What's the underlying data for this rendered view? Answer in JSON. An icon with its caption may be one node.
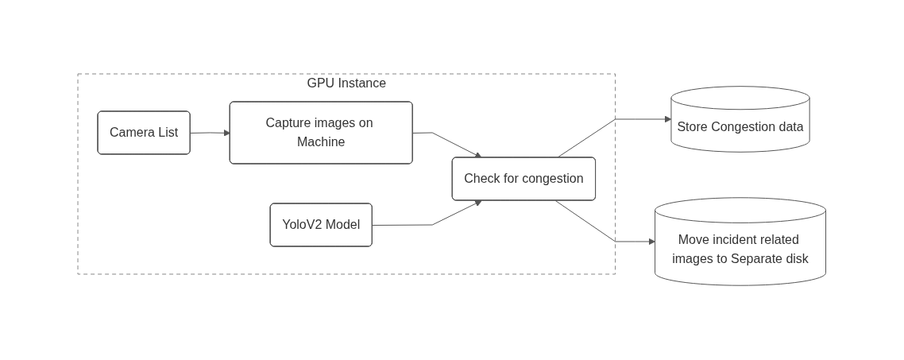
{
  "diagram": {
    "nodes": [
      {
        "text": [
          "GPU Instance"
        ]
      },
      {
        "text": [
          "Camera List"
        ],
        "in": 0
      },
      {
        "text": [
          "Capture images on Machine"
        ],
        "in": 0
      },
      {
        "text": [
          "Check for congestion"
        ],
        "in": 0
      },
      {
        "text": [
          "YoloV2 Model"
        ],
        "in": 0
      },
      {
        "text": [
          "Store Congestion data"
        ]
      },
      {
        "text": [
          "Move incident related images to Separate disk"
        ]
      }
    ],
    "edges": [
      {
        "from": 1,
        "to": 2,
        "arrow": "to"
      },
      {
        "from": 2,
        "to": 3,
        "arrow": "to"
      },
      {
        "from": 4,
        "to": 3,
        "arrow": "to"
      },
      {
        "from": 3,
        "to": 5,
        "arrow": "to"
      },
      {
        "from": 3,
        "to": 6,
        "arrow": "to"
      }
    ]
  }
}
